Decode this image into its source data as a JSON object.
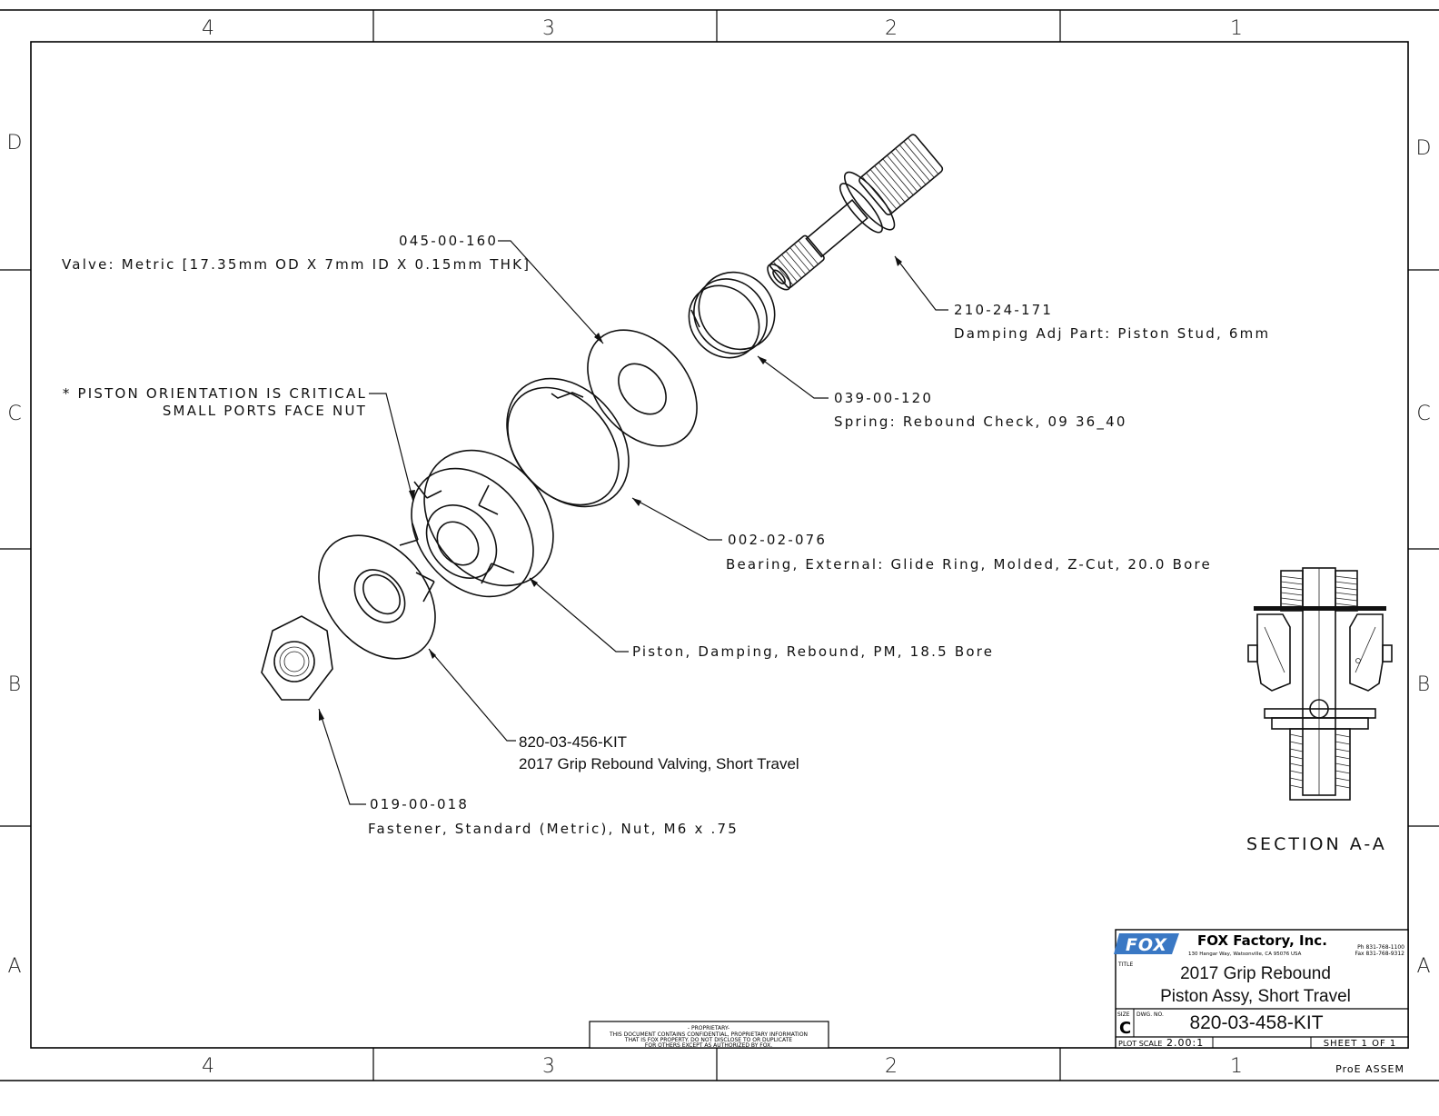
{
  "frame": {
    "col_labels": [
      "4",
      "3",
      "2",
      "1"
    ],
    "row_labels": [
      "D",
      "C",
      "B",
      "A"
    ]
  },
  "callouts": {
    "valve": {
      "pn": "045-00-160",
      "desc": "Valve: Metric [17.35mm OD X 7mm ID X 0.15mm THK]"
    },
    "stud": {
      "pn": "210-24-171",
      "desc": "Damping Adj Part: Piston Stud, 6mm"
    },
    "spring": {
      "pn": "039-00-120",
      "desc": "Spring: Rebound Check, 09 36_40"
    },
    "note_line1": "* PISTON ORIENTATION IS CRITICAL",
    "note_line2": "SMALL PORTS FACE NUT",
    "bearing": {
      "pn": "002-02-076",
      "desc": "Bearing, External: Glide Ring, Molded, Z-Cut, 20.0 Bore"
    },
    "piston": {
      "desc": "Piston, Damping, Rebound, PM, 18.5 Bore"
    },
    "kit": {
      "pn": "820-03-456-KIT",
      "desc": "2017 Grip Rebound Valving, Short Travel"
    },
    "nut": {
      "pn": "019-00-018",
      "desc": "Fastener, Standard (Metric), Nut, M6 x .75"
    }
  },
  "section_label": "SECTION  A-A",
  "proprietary": {
    "line1": "- PROPRIETARY-",
    "line2": "THIS DOCUMENT CONTAINS CONFIDENTIAL, PROPRIETARY INFORMATION",
    "line3": "THAT IS FOX PROPERTY.  DO NOT DISCLOSE TO OR DUPLICATE",
    "line4": "FOR OTHERS EXCEPT AS AUTHORIZED BY FOX."
  },
  "title_block": {
    "logo": "FOX",
    "company": "FOX  Factory,  Inc.",
    "address": "130 Hangar Way, Watsonville, CA 95076 USA",
    "phone": "Ph 831-768-1100",
    "fax": "Fax 831-768-9312",
    "title_label": "TITLE",
    "title_line1": "2017 Grip Rebound",
    "title_line2": "Piston Assy, Short Travel",
    "size_label": "SIZE",
    "size": "C",
    "dwg_label": "DWG. NO.",
    "dwg_no": "820-03-458-KIT",
    "plot_scale_label": "PLOT SCALE",
    "plot_scale": "2.00:1",
    "sheet": "SHEET  1  OF  1",
    "footer": "ProE ASSEM"
  }
}
